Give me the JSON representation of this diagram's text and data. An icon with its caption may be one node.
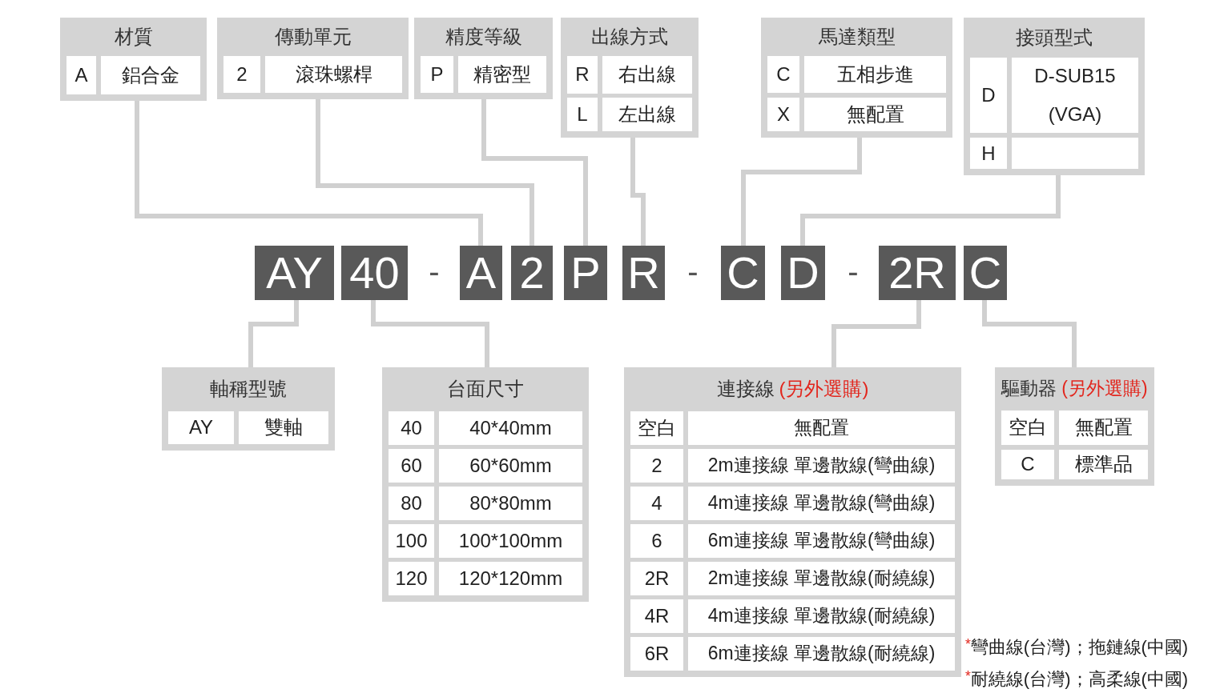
{
  "diagram": {
    "nodes": [
      {
        "text": [
          "材質"
        ]
      },
      {
        "text": [
          "A"
        ],
        "in": 0
      },
      {
        "text": [
          "鋁合金"
        ],
        "in": 0
      },
      {
        "text": [
          "傳動單元"
        ]
      },
      {
        "text": [
          "2"
        ],
        "in": 3
      },
      {
        "text": [
          "滾珠螺桿"
        ],
        "in": 3
      },
      {
        "text": [
          "精度等級"
        ]
      },
      {
        "text": [
          "P"
        ],
        "in": 6
      },
      {
        "text": [
          "精密型"
        ],
        "in": 6
      },
      {
        "text": [
          "出線方式"
        ]
      },
      {
        "text": [
          "R"
        ],
        "in": 9
      },
      {
        "text": [
          "右出線"
        ],
        "in": 9
      },
      {
        "text": [
          "L"
        ],
        "in": 9
      },
      {
        "text": [
          "左出線"
        ],
        "in": 9
      },
      {
        "text": [
          "馬達類型"
        ]
      },
      {
        "text": [
          "C"
        ],
        "in": 14
      },
      {
        "text": [
          "五相步進"
        ],
        "in": 14
      },
      {
        "text": [
          "X"
        ],
        "in": 14
      },
      {
        "text": [
          "無配置"
        ],
        "in": 14
      },
      {
        "text": [
          "接頭型式"
        ]
      },
      {
        "text": [
          "D"
        ],
        "in": 19
      },
      {
        "text": [
          "D-SUB15 (VGA)"
        ],
        "in": 19
      },
      {
        "text": [
          "H"
        ],
        "in": 19
      },
      {
        "text": [],
        "shape": "box",
        "in": 19
      },
      {
        "text": [
          "AY"
        ]
      },
      {
        "text": [
          "40"
        ]
      },
      {
        "text": [
          "A"
        ]
      },
      {
        "text": [
          "2"
        ]
      },
      {
        "text": [
          "P"
        ]
      },
      {
        "text": [
          "R"
        ]
      },
      {
        "text": [
          "C"
        ]
      },
      {
        "text": [
          "D"
        ]
      },
      {
        "text": [
          "2R"
        ]
      },
      {
        "text": [
          "C"
        ]
      },
      {
        "text": [
          "軸稱型號"
        ]
      },
      {
        "text": [
          "AY"
        ],
        "in": 34
      },
      {
        "text": [
          "雙軸"
        ],
        "in": 34
      },
      {
        "text": [
          "台面尺寸"
        ]
      },
      {
        "text": [
          "40"
        ],
        "in": 37
      },
      {
        "text": [
          "40*40mm"
        ],
        "in": 37
      },
      {
        "text": [
          "60"
        ],
        "in": 37
      },
      {
        "text": [
          "60*60mm"
        ],
        "in": 37
      },
      {
        "text": [
          "80"
        ],
        "in": 37
      },
      {
        "text": [
          "80*80mm"
        ],
        "in": 37
      },
      {
        "text": [
          "100"
        ],
        "in": 37
      },
      {
        "text": [
          "100*100mm"
        ],
        "in": 37
      },
      {
        "text": [
          "120"
        ],
        "in": 37
      },
      {
        "text": [
          "120*120mm"
        ],
        "in": 37
      },
      {
        "text": [
          "連接線",
          "(另外選購)"
        ]
      },
      {
        "text": [
          "空白"
        ],
        "in": 48
      },
      {
        "text": [
          "無配置"
        ],
        "in": 48
      },
      {
        "text": [
          "2"
        ],
        "in": 48
      },
      {
        "text": [
          "2m連接線 單邊散線(彎曲線)"
        ],
        "in": 48
      },
      {
        "text": [
          "4"
        ],
        "in": 48
      },
      {
        "text": [
          "4m連接線 單邊散線(彎曲線)"
        ],
        "in": 48
      },
      {
        "text": [
          "6"
        ],
        "in": 48
      },
      {
        "text": [
          "6m連接線 單邊散線(彎曲線)"
        ],
        "in": 48
      },
      {
        "text": [
          "2R"
        ],
        "in": 48
      },
      {
        "text": [
          "2m連接線 單邊散線(耐繞線)"
        ],
        "in": 48
      },
      {
        "text": [
          "4R"
        ],
        "in": 48
      },
      {
        "text": [
          "4m連接線 單邊散線(耐繞線)"
        ],
        "in": 48
      },
      {
        "text": [
          "6R"
        ],
        "in": 48
      },
      {
        "text": [
          "6m連接線 單邊散線(耐繞線)"
        ],
        "in": 48
      },
      {
        "text": [
          "驅動器",
          "(另外選購)"
        ]
      },
      {
        "text": [
          "空白"
        ],
        "in": 63
      },
      {
        "text": [
          "無配置"
        ],
        "in": 63
      },
      {
        "text": [
          "C"
        ],
        "in": 63
      },
      {
        "text": [
          "標準品"
        ],
        "in": 63
      }
    ],
    "edges": [
      {
        "from": 24,
        "to": 34,
        "arrow": "none"
      },
      {
        "from": 25,
        "to": 37,
        "arrow": "none"
      },
      {
        "from": 26,
        "to": 0,
        "arrow": "none"
      },
      {
        "from": 27,
        "to": 3,
        "arrow": "none"
      },
      {
        "from": 28,
        "to": 6,
        "arrow": "none"
      },
      {
        "from": 29,
        "to": 9,
        "arrow": "none"
      },
      {
        "from": 30,
        "to": 14,
        "arrow": "none"
      },
      {
        "from": 31,
        "to": 19,
        "arrow": "none"
      },
      {
        "from": 32,
        "to": 48,
        "arrow": "none"
      },
      {
        "from": 33,
        "to": 63,
        "arrow": "none"
      }
    ],
    "labels": [
      "-",
      "-",
      "-",
      "$^{*}$彎曲線(台灣)；拖鏈線(中國)",
      "$^{*}$耐繞線(台灣)；高柔線(中國)"
    ]
  }
}
